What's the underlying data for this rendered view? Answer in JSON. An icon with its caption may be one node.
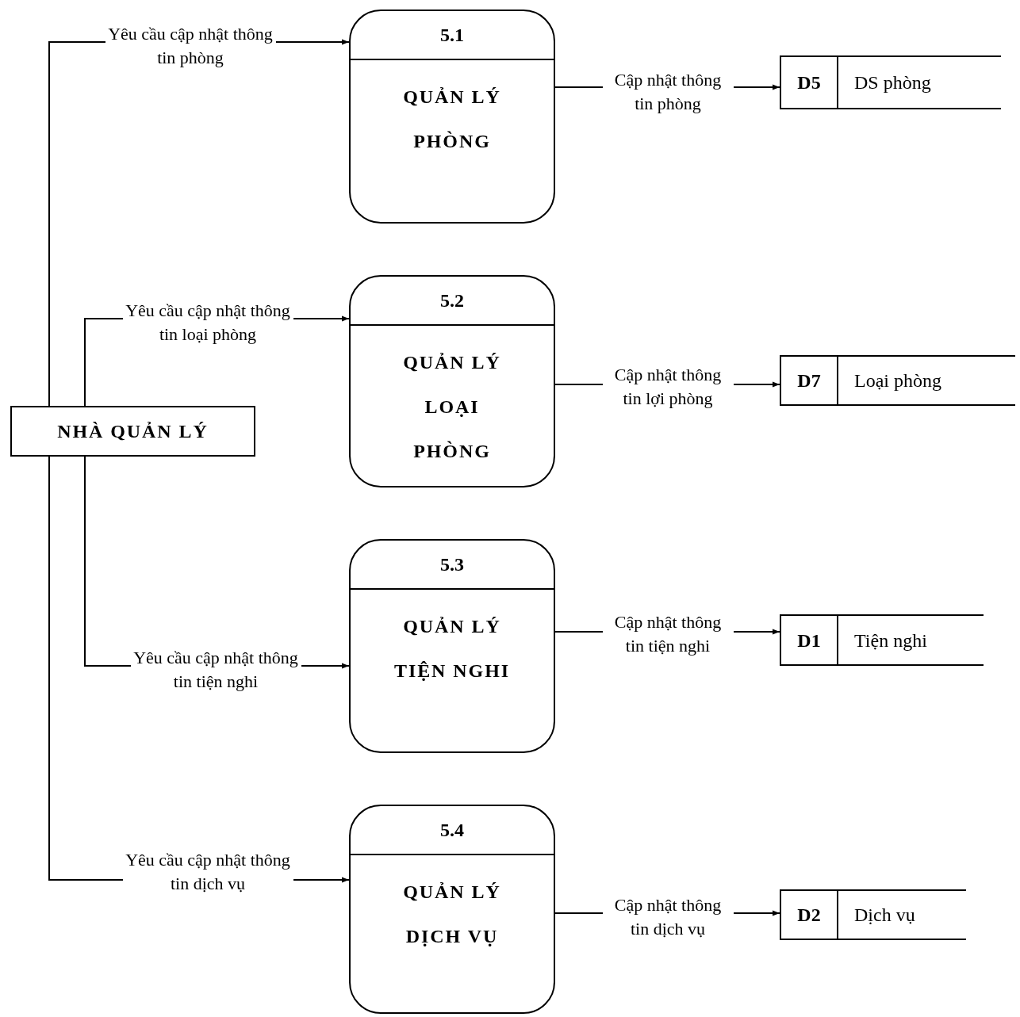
{
  "diagram": {
    "nodes": [
      {
        "text": [
          "NHÀ QUẢN LÝ"
        ]
      },
      {
        "text": [
          "5.1",
          "QUẢN LÝ PHÒNG"
        ]
      },
      {
        "text": [
          "D5",
          "DS phòng"
        ]
      },
      {
        "text": [
          "5.2",
          "QUẢN LÝ LOẠI PHÒNG"
        ]
      },
      {
        "text": [
          "D7",
          "Loại phòng"
        ]
      },
      {
        "text": [
          "5.3",
          "QUẢN LÝ TIỆN NGHI"
        ]
      },
      {
        "text": [
          "D1",
          "Tiện nghi"
        ]
      },
      {
        "text": [
          "5.4",
          "QUẢN LÝ DỊCH VỤ"
        ]
      },
      {
        "text": [
          "D2",
          "Dịch vụ"
        ]
      }
    ],
    "edges": [
      {
        "from": 0,
        "to": 1,
        "arrow": "to",
        "label": "Yêu cầu cập nhật thông tin phòng"
      },
      {
        "from": 1,
        "to": 2,
        "arrow": "to",
        "label": "Cập nhật thông tin phòng"
      },
      {
        "from": 0,
        "to": 3,
        "arrow": "to",
        "label": "Yêu cầu cập nhật thông tin loại phòng"
      },
      {
        "from": 3,
        "to": 4,
        "arrow": "to",
        "label": "Cập nhật thông tin lợi phòng"
      },
      {
        "from": 0,
        "to": 5,
        "arrow": "to",
        "label": "Yêu cầu cập nhật thông tin tiện nghi"
      },
      {
        "from": 5,
        "to": 6,
        "arrow": "to",
        "label": "Cập nhật thông tin tiện nghi"
      },
      {
        "from": 0,
        "to": 7,
        "arrow": "to",
        "label": "Yêu cầu cập nhật thông tin dịch vụ"
      },
      {
        "from": 7,
        "to": 8,
        "arrow": "to",
        "label": "Cập nhật thông tin dịch vụ"
      }
    ]
  }
}
